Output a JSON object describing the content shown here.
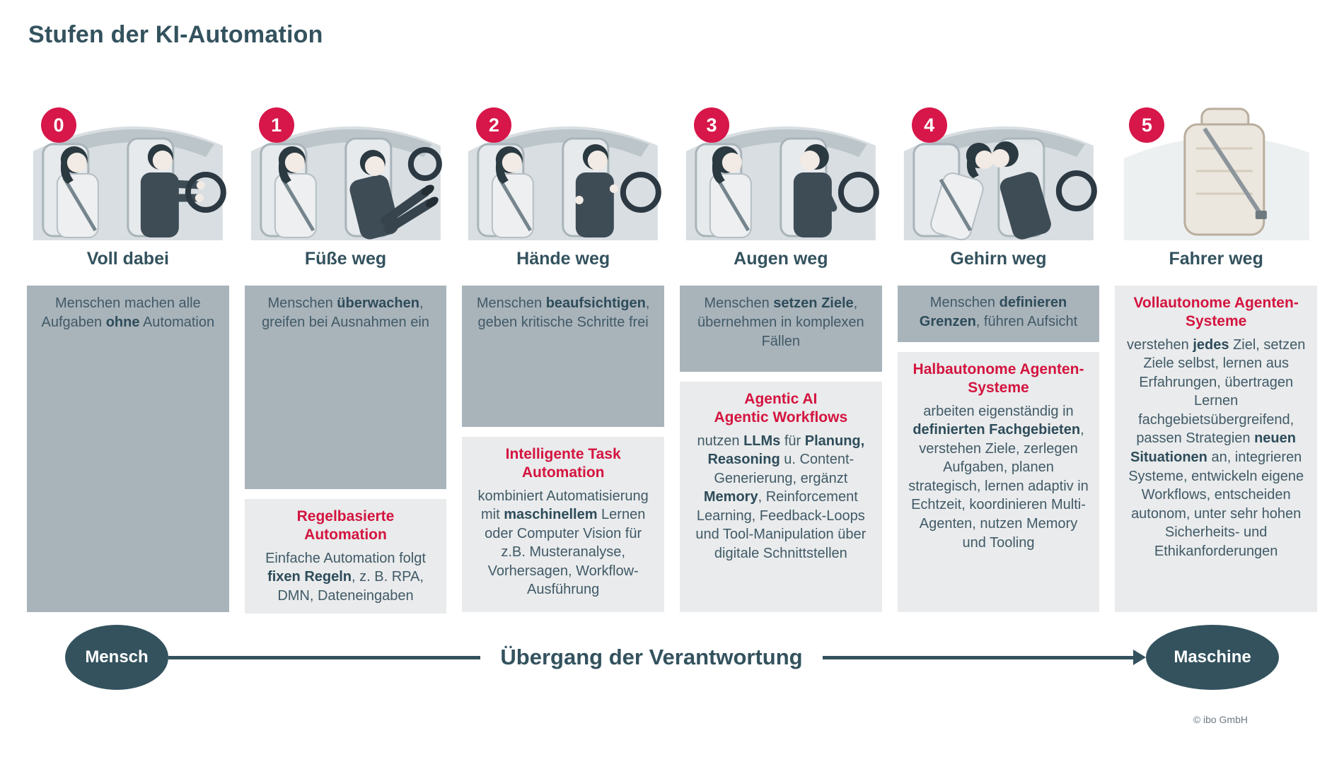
{
  "page": {
    "title": "Stufen der KI-Automation",
    "copyright": "© ibo GmbH"
  },
  "colors": {
    "accent_red": "#d7164a",
    "heading_teal": "#33525e",
    "human_box_bg": "#a9b3ba",
    "ai_box_bg": "#e9ebec",
    "body_text": "#415a67"
  },
  "transition": {
    "left_label": "Mensch",
    "center_label": "Übergang der Verantwortung",
    "right_label": "Maschine"
  },
  "levels": [
    {
      "number": "0",
      "name": "Voll dabei",
      "illustration": "car-scene-driver-hands-on-wheel",
      "human_box": {
        "body": [
          {
            "t": "Menschen machen alle Aufgaben "
          },
          {
            "t": "ohne",
            "b": true
          },
          {
            "t": " Automation"
          }
        ]
      }
    },
    {
      "number": "1",
      "name": "Füße weg",
      "illustration": "car-scene-driver-feet-up",
      "human_box": {
        "body": [
          {
            "t": "Menschen "
          },
          {
            "t": "überwachen",
            "b": true
          },
          {
            "t": ", greifen bei Ausnahmen ein"
          }
        ]
      },
      "ai_box": {
        "title": "Regelbasierte\nAutomation",
        "body": [
          {
            "t": "Einfache Automation folgt "
          },
          {
            "t": "fixen Regeln",
            "b": true
          },
          {
            "t": ", z. B. RPA, DMN, Dateneingaben"
          }
        ]
      }
    },
    {
      "number": "2",
      "name": "Hände weg",
      "illustration": "car-scene-driver-hands-off",
      "human_box": {
        "body": [
          {
            "t": "Menschen "
          },
          {
            "t": "beaufsichtigen",
            "b": true
          },
          {
            "t": ", geben kritische Schritte frei"
          }
        ]
      },
      "ai_box": {
        "title": "Intelligente Task\nAutomation",
        "body": [
          {
            "t": "kombiniert Automatisierung mit "
          },
          {
            "t": "maschinellem",
            "b": true
          },
          {
            "t": " Lernen oder Computer Vision für z.B. Musteranalyse, Vorhersagen, Workflow-Ausführung"
          }
        ]
      }
    },
    {
      "number": "3",
      "name": "Augen weg",
      "illustration": "car-scene-driver-eyes-off",
      "human_box": {
        "body": [
          {
            "t": "Menschen "
          },
          {
            "t": "setzen Ziele",
            "b": true
          },
          {
            "t": ", übernehmen in komplexen Fällen"
          }
        ]
      },
      "ai_box": {
        "title": "Agentic AI\nAgentic Workflows",
        "body": [
          {
            "t": "nutzen "
          },
          {
            "t": "LLMs",
            "b": true
          },
          {
            "t": " für "
          },
          {
            "t": "Planung, Reasoning",
            "b": true
          },
          {
            "t": " u. Content-Generierung, ergänzt "
          },
          {
            "t": "Memory",
            "b": true
          },
          {
            "t": ", Reinforcement Learning, Feedback-Loops und Tool-Manipulation über digitale Schnittstellen"
          }
        ]
      }
    },
    {
      "number": "4",
      "name": "Gehirn weg",
      "illustration": "car-scene-driver-mind-off",
      "human_box": {
        "body": [
          {
            "t": "Menschen "
          },
          {
            "t": "definieren Grenzen",
            "b": true
          },
          {
            "t": ", führen Aufsicht"
          }
        ]
      },
      "ai_box": {
        "title": "Halbautonome Agenten-\nSysteme",
        "body": [
          {
            "t": "arbeiten eigenständig in "
          },
          {
            "t": "definierten Fachgebieten",
            "b": true
          },
          {
            "t": ", verstehen Ziele, zerlegen Aufgaben, planen strategisch, lernen adaptiv in Echtzeit, koordinieren Multi-Agenten, nutzen Memory und Tooling"
          }
        ]
      }
    },
    {
      "number": "5",
      "name": "Fahrer weg",
      "illustration": "car-scene-empty-seat",
      "ai_box": {
        "title": "Vollautonome Agenten-\nSysteme",
        "body": [
          {
            "t": "verstehen "
          },
          {
            "t": "jedes",
            "b": true
          },
          {
            "t": " Ziel, setzen Ziele selbst, lernen aus Erfahrungen, übertragen Lernen fachgebietsübergreifend, passen Strategien "
          },
          {
            "t": "neuen Situationen",
            "b": true
          },
          {
            "t": " an, integrieren Systeme, entwickeln eigene Workflows, entscheiden autonom, unter sehr hohen Sicherheits- und Ethikanforderungen"
          }
        ]
      }
    }
  ]
}
